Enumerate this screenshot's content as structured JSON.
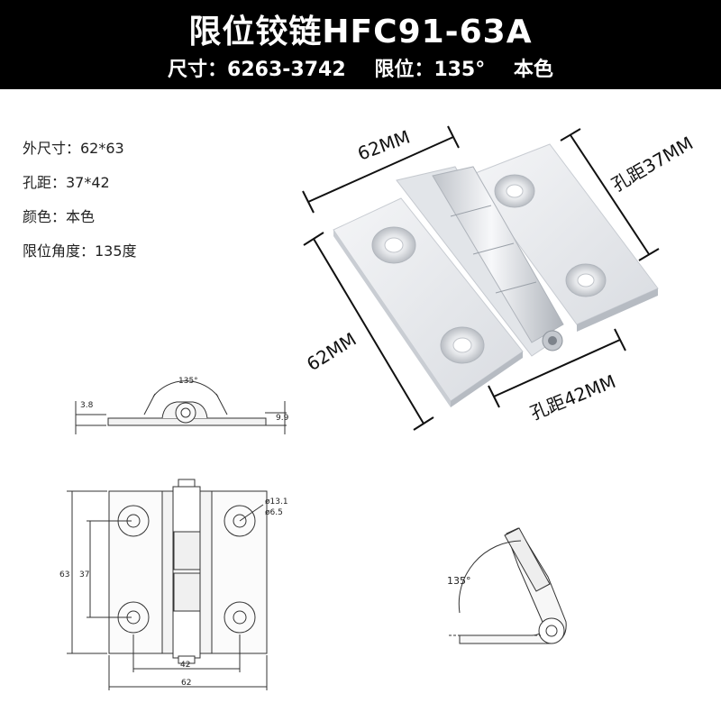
{
  "header": {
    "title": "限位铰链HFC91-63A",
    "size_label": "尺寸：6263-3742",
    "limit_label": "限位：135°",
    "color_label": "本色"
  },
  "specs": [
    "外尺寸：62*63",
    "孔距：37*42",
    "颜色：本色",
    "限位角度：135度"
  ],
  "product_dims": {
    "top_width": "62MM",
    "right_hole": "孔距37MM",
    "left_height": "62MM",
    "bottom_hole": "孔距42MM"
  },
  "side_view": {
    "angle": "135°",
    "left": "3.8",
    "right": "9.9"
  },
  "front_view": {
    "outer_dia": "ø13.1",
    "inner_dia": "ø6.5",
    "height": "63",
    "hole_v": "37",
    "hole_h": "42",
    "width": "62"
  },
  "angle_view": {
    "angle": "135°"
  }
}
